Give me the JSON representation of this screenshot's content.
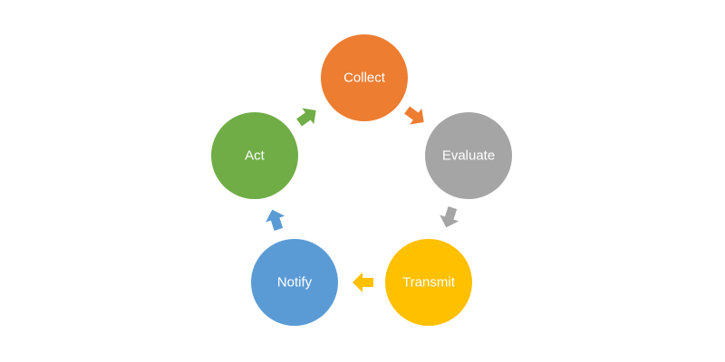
{
  "diagram": {
    "type": "cycle",
    "direction": "clockwise",
    "nodes": [
      {
        "id": "collect",
        "label": "Collect",
        "color": "#ED7D31"
      },
      {
        "id": "evaluate",
        "label": "Evaluate",
        "color": "#A5A5A5"
      },
      {
        "id": "transmit",
        "label": "Transmit",
        "color": "#FFC000"
      },
      {
        "id": "notify",
        "label": "Notify",
        "color": "#5B9BD5"
      },
      {
        "id": "act",
        "label": "Act",
        "color": "#70AD47"
      }
    ],
    "arrows": [
      {
        "from": "collect",
        "to": "evaluate",
        "color": "#ED7D31"
      },
      {
        "from": "evaluate",
        "to": "transmit",
        "color": "#A5A5A5"
      },
      {
        "from": "transmit",
        "to": "notify",
        "color": "#FFC000"
      },
      {
        "from": "notify",
        "to": "act",
        "color": "#5B9BD5"
      },
      {
        "from": "act",
        "to": "collect",
        "color": "#70AD47"
      }
    ]
  }
}
